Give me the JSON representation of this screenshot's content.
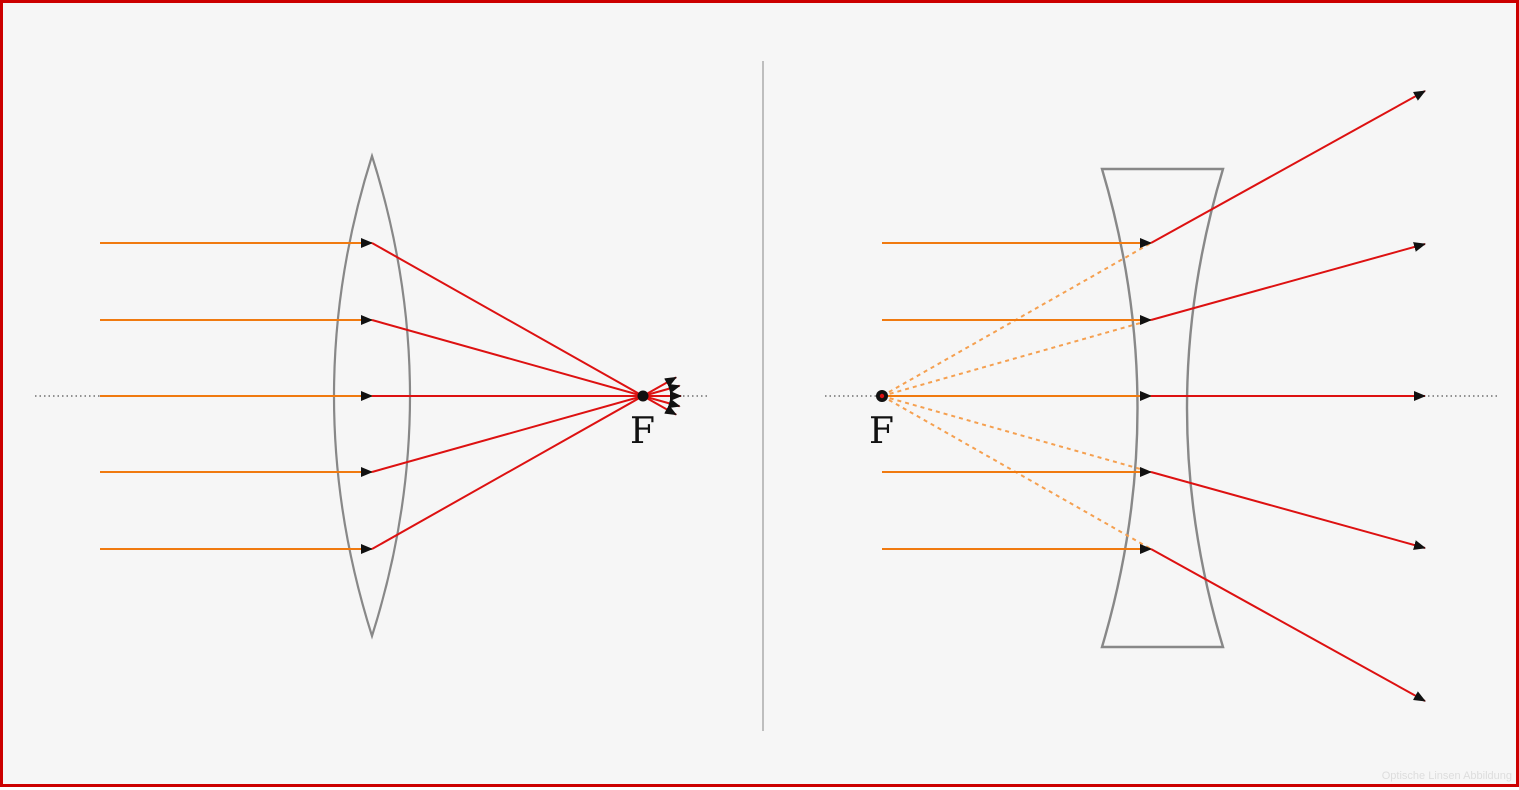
{
  "colors": {
    "incident_ray": "#f07a10",
    "refracted_ray": "#dd1111",
    "virtual_ray": "#f5a050",
    "lens_outline": "#888888",
    "axis": "#555555",
    "frame": "#cc0000",
    "arrowhead": "#111111"
  },
  "converging_panel": {
    "focus_label": "F"
  },
  "diverging_panel": {
    "focus_label": "F"
  },
  "credit": "Optische Linsen Abbildung"
}
